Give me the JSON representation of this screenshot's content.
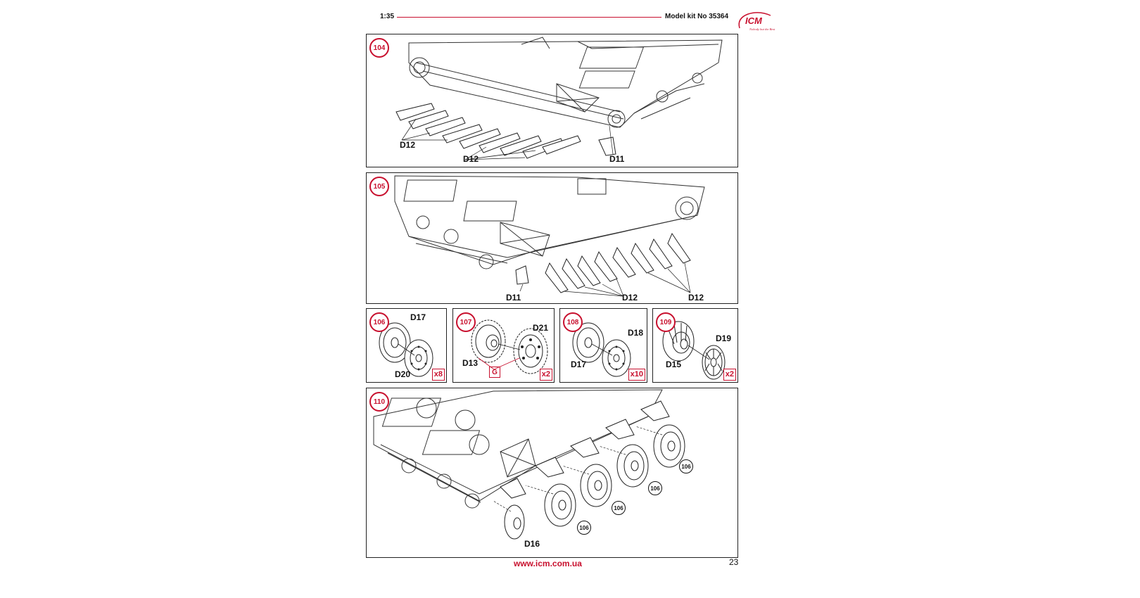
{
  "header": {
    "scale": "1:35",
    "model": "Model kit No 35364",
    "logo_text": "ICM",
    "logo_tagline": "Nobody but the Best"
  },
  "steps": {
    "s104": {
      "num": "104",
      "labels": [
        "D12",
        "D12",
        "D11"
      ]
    },
    "s105": {
      "num": "105",
      "labels": [
        "D11",
        "D12",
        "D12"
      ]
    },
    "s106": {
      "num": "106",
      "labels": [
        "D17",
        "D20"
      ],
      "qty": "x8"
    },
    "s107": {
      "num": "107",
      "labels": [
        "D21",
        "D13"
      ],
      "glue": "G",
      "qty": "x2"
    },
    "s108": {
      "num": "108",
      "labels": [
        "D18",
        "D17"
      ],
      "qty": "x10"
    },
    "s109": {
      "num": "109",
      "labels": [
        "D19",
        "D15"
      ],
      "qty": "x2"
    },
    "s110": {
      "num": "110",
      "labels": [
        "D16"
      ],
      "refs": [
        "106",
        "106",
        "106",
        "106"
      ]
    }
  },
  "footer": {
    "url": "www.icm.com.ua",
    "page": "23"
  },
  "colors": {
    "accent": "#c8102e",
    "line": "#222222"
  }
}
